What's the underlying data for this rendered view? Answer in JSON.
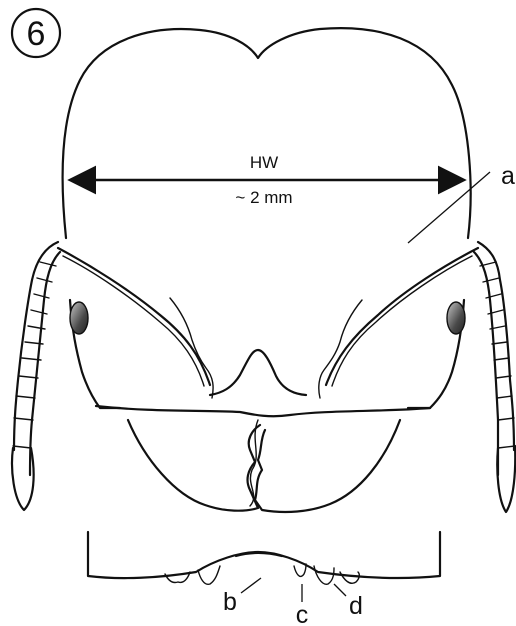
{
  "figure_number": "6",
  "measurement": {
    "label": "HW",
    "value": "~ 2 mm"
  },
  "labels": {
    "a": "a",
    "b": "b",
    "c": "c",
    "d": "d"
  },
  "colors": {
    "ink": "#111111",
    "background": "#ffffff",
    "eye_dark": "#3a3a3a",
    "eye_light": "#b8b8b8"
  }
}
